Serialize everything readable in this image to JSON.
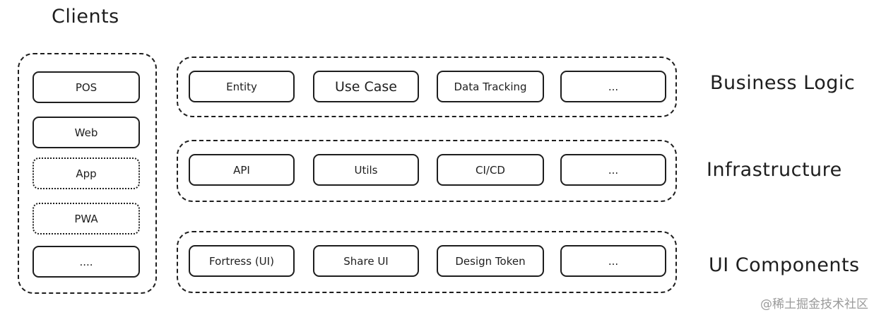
{
  "clients": {
    "title": "Clients",
    "items": [
      "POS",
      "Web",
      "App",
      "PWA",
      "...."
    ]
  },
  "layers": [
    {
      "label": "Business Logic",
      "items": [
        "Entity",
        "Use Case",
        "Data Tracking",
        "..."
      ]
    },
    {
      "label": "Infrastructure",
      "items": [
        "API",
        "Utils",
        "CI/CD",
        "..."
      ]
    },
    {
      "label": "UI Components",
      "items": [
        "Fortress (UI)",
        "Share UI",
        "Design Token",
        "..."
      ]
    }
  ],
  "watermark": "@稀土掘金技术社区",
  "colors": {
    "stroke": "#1e1e1e",
    "background": "#ffffff",
    "watermark": "#9a9a9a"
  }
}
